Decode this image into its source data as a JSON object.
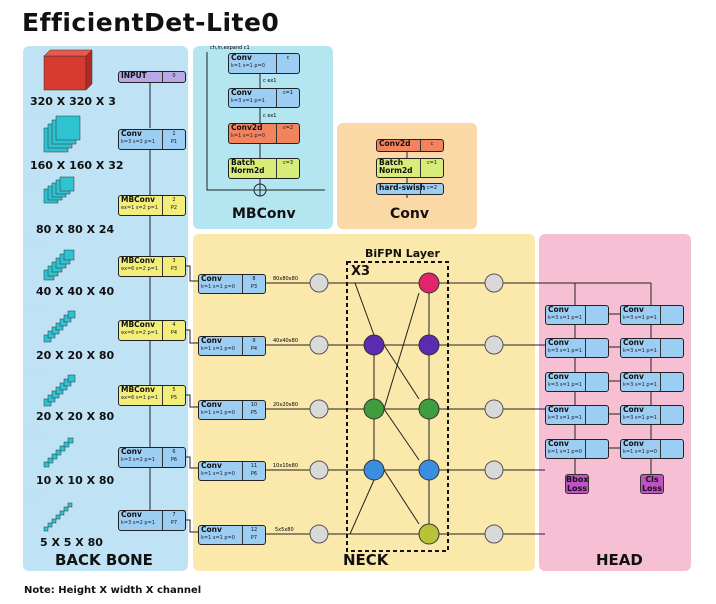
{
  "title": "EfficientDet-Lite0",
  "note": "Note: Height X width X channel",
  "sections": {
    "backbone": "BACK BONE",
    "neck": "NECK",
    "head": "HEAD",
    "mbconv": "MBConv",
    "conv": "Conv",
    "bifpn": "BiFPN Layer",
    "x3": "X3"
  },
  "backbone": {
    "levels": [
      {
        "p": "",
        "dim": "320 X 320 X 3",
        "block": "INPUT",
        "params": "",
        "tag": "0",
        "tag2": ""
      },
      {
        "p": "P1",
        "dim": "160 X 160 X 32",
        "block": "Conv",
        "params": "k=3 s=2 p=1",
        "tag": "1",
        "tag2": "P1"
      },
      {
        "p": "P2",
        "dim": "80 X 80 X 24",
        "block": "MBConv",
        "params": "ex=1 s=2 p=1",
        "tag": "2",
        "tag2": "P2"
      },
      {
        "p": "P3",
        "dim": "40 X 40 X 40",
        "block": "MBConv",
        "params": "ex=6 s=2 p=1",
        "tag": "3",
        "tag2": "P3"
      },
      {
        "p": "P4",
        "dim": "20 X 20 X 80",
        "block": "MBConv",
        "params": "ex=6 s=2 p=1",
        "tag": "4",
        "tag2": "P4"
      },
      {
        "p": "P5",
        "dim": "20 X 20 X 80",
        "block": "MBConv",
        "params": "ex=6 s=1 p=1",
        "tag": "5",
        "tag2": "P5"
      },
      {
        "p": "P6",
        "dim": "10 X 10 X 80",
        "block": "Conv",
        "params": "k=3 s=2 p=1",
        "tag": "6",
        "tag2": "P6"
      },
      {
        "p": "P7",
        "dim": "5 X 5 X 80",
        "block": "Conv",
        "params": "k=3 s=2 p=1",
        "tag": "7",
        "tag2": "P7"
      }
    ]
  },
  "mbconv": {
    "input_label": "ch,in,expand c1",
    "blocks": [
      {
        "name": "Conv",
        "params": "k=1 s=1 p=0",
        "tag": "c"
      },
      {
        "name": "Conv",
        "params": "k=3 s=1 p=1",
        "tag": "c=1"
      },
      {
        "name": "Conv2d",
        "params": "k=1 s=1 p=0",
        "tag": "c=2"
      },
      {
        "name": "Batch Norm2d",
        "params": "",
        "tag": "c=3"
      }
    ],
    "edge_labels": [
      "c ex1",
      "c ex1"
    ]
  },
  "convdef": {
    "blocks": [
      {
        "name": "Conv2d",
        "tag": "c"
      },
      {
        "name": "Batch Norm2d",
        "tag": "c=1"
      },
      {
        "name": "hard-swish",
        "tag": "c=2"
      }
    ]
  },
  "neck": {
    "convs": [
      {
        "name": "Conv",
        "params": "k=1 s=1 p=0",
        "tag": "8",
        "tag2": "P3",
        "out": "80x80x80"
      },
      {
        "name": "Conv",
        "params": "k=1 s=1 p=0",
        "tag": "9",
        "tag2": "P4",
        "out": "40x40x80"
      },
      {
        "name": "Conv",
        "params": "k=1 s=1 p=0",
        "tag": "10",
        "tag2": "P5",
        "out": "20x20x80"
      },
      {
        "name": "Conv",
        "params": "k=1 s=1 p=0",
        "tag": "11",
        "tag2": "P6",
        "out": "10x10x80"
      },
      {
        "name": "Conv",
        "params": "k=1 s=1 p=0",
        "tag": "12",
        "tag2": "P7",
        "out": "5x5x80"
      }
    ]
  },
  "head": {
    "bbox_column": [
      {
        "name": "Conv",
        "params": "k=3 s=1 p=1"
      },
      {
        "name": "Conv",
        "params": "k=3 s=1 p=1"
      },
      {
        "name": "Conv",
        "params": "k=3 s=1 p=1"
      },
      {
        "name": "Conv",
        "params": "k=3 s=1 p=1"
      },
      {
        "name": "Conv",
        "params": "k=1 s=1 p=0"
      }
    ],
    "cls_column": [
      {
        "name": "Conv",
        "params": "k=3 s=1 p=1"
      },
      {
        "name": "Conv",
        "params": "k=3 s=1 p=1"
      },
      {
        "name": "Conv",
        "params": "k=3 s=1 p=1"
      },
      {
        "name": "Conv",
        "params": "k=3 s=1 p=1"
      },
      {
        "name": "Conv",
        "params": "k=1 s=1 p=0"
      }
    ],
    "bbox_loss": "Bbox Loss",
    "cls_loss": "Cls Loss"
  },
  "colors": {
    "backbone_bg": "#bfe3f5",
    "mbconv_bg": "#b4e6f2",
    "conv_bg": "#fbd9a6",
    "neck_bg": "#fbe8ab",
    "head_bg": "#f6bfd3",
    "node_red": "#e0256b",
    "node_purple": "#5b2bb0",
    "node_green": "#3f9c3f",
    "node_blue": "#3b8de0",
    "node_olive": "#b7c43a",
    "node_grey": "#d9d9d9"
  }
}
